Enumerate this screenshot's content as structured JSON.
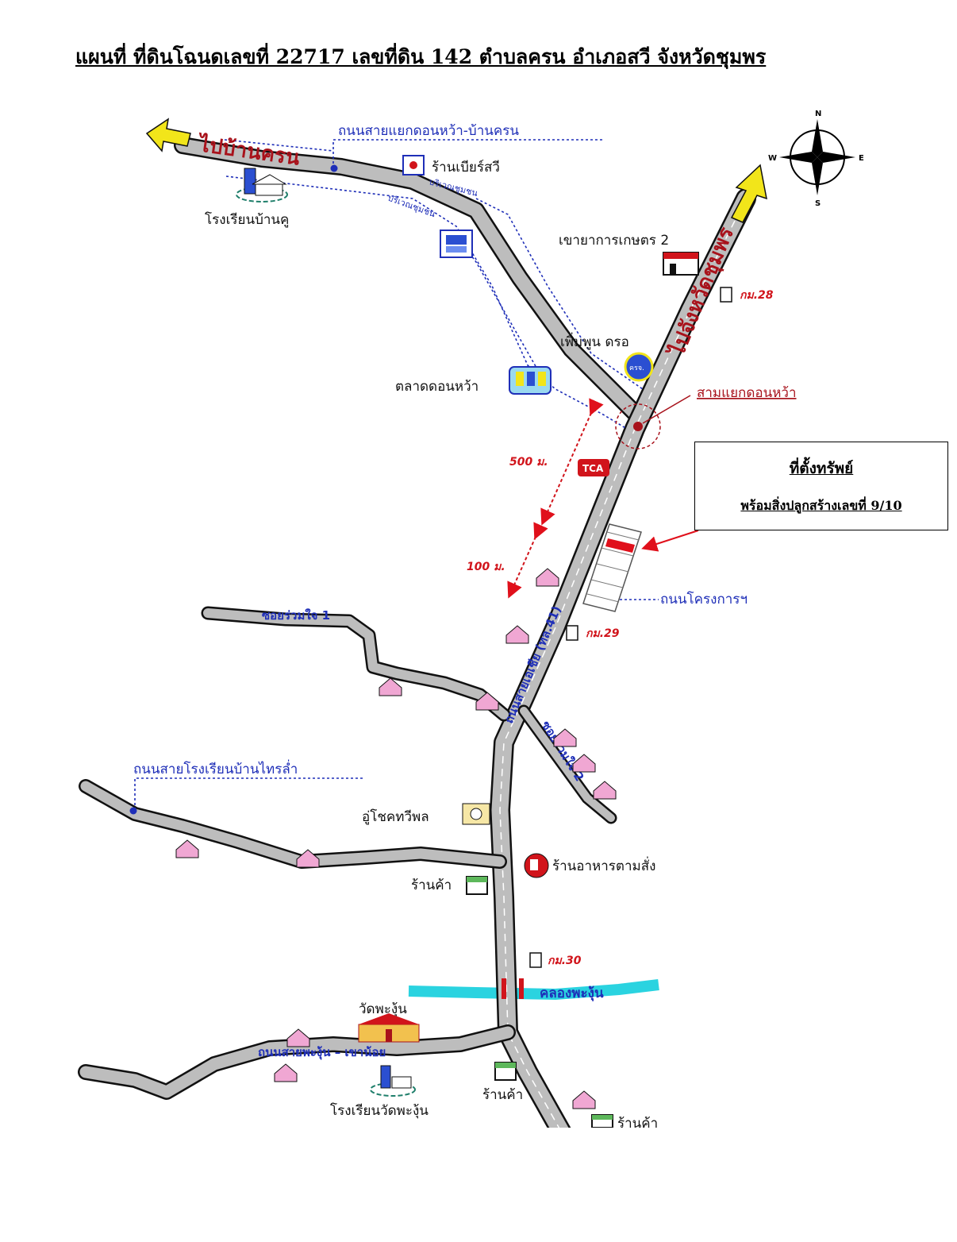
{
  "title": "แผนที่ ที่ดินโฉนดเลขที่ 22717 เลขที่ดิน 142 ตำบลครน อำเภอสวี จังหวัดชุมพร",
  "property_box": {
    "line1": "ที่ตั้งทรัพย์",
    "line2": "พร้อมสิ่งปลูกสร้างเลขที่ 9/10"
  },
  "compass": {
    "n": "N",
    "s": "S",
    "e": "E",
    "w": "W"
  },
  "roads": {
    "to_ban_khron": "ไปบ้านครน",
    "to_chumphon": "ไปจังหวัดชุมพร",
    "don_wa_ban_khron": "ถนนสายแยกดอนหว้า-บ้านครน",
    "asian_highway": "ถนนสายเอเชีย (ทล.41)",
    "soi_ruam_jai_1": "ซอยร่วมใจ 1",
    "soi_ruam_jai_2": "ซอยร่วมใจ 2",
    "project_road": "ถนนโครงการฯ",
    "sai_rongrian_ban_sai_la": "ถนนสายโรงเรียนบ้านไทรล่ำ",
    "phangun_khao_noi": "ถนนสายพะงุ้น – เขาน้อย",
    "bariwen_chumchon_1": "บริเวณชุมชน",
    "bariwen_chumchon_2": "บริเวณชุมชน"
  },
  "places": {
    "school_ban_khu": "โรงเรียนบ้านคู",
    "beer_shop": "ร้านเบียร์สวี",
    "khao_ya_kaset": "เขายาการเกษตร 2",
    "phoem_phun_bank": "เพิ่มพูน ดรอ",
    "market_don_wa": "ตลาดดอนหว้า",
    "junction_don_wa": "สามแยกดอนหว้า",
    "garage": "อู่โชคทวีพล",
    "restaurant": "ร้านอาหารตามสั่ง",
    "shop_1": "ร้านค้า",
    "shop_2": "ร้านค้า",
    "shop_3": "ร้านค้า",
    "canal": "คลองพะงุ้น",
    "wat_phangun": "วัดพะงุ้น",
    "school_wat_phangun": "โรงเรียนวัดพะงุ้น",
    "tca_logo": "TCA",
    "bank_logo": "ครจ."
  },
  "markers": {
    "km28": "กม.28",
    "km29": "กม.29",
    "km30": "กม.30"
  },
  "distances": {
    "d500": "500 ม.",
    "d100": "100 ม."
  },
  "colors": {
    "road_gray": "#b8b8b8",
    "road_outline": "#111111",
    "arrow_yellow": "#f2e51a",
    "label_blue": "#1f2fb8",
    "label_red": "#a8121b",
    "canal": "#2ad3e0",
    "property_red": "#e0101b"
  }
}
